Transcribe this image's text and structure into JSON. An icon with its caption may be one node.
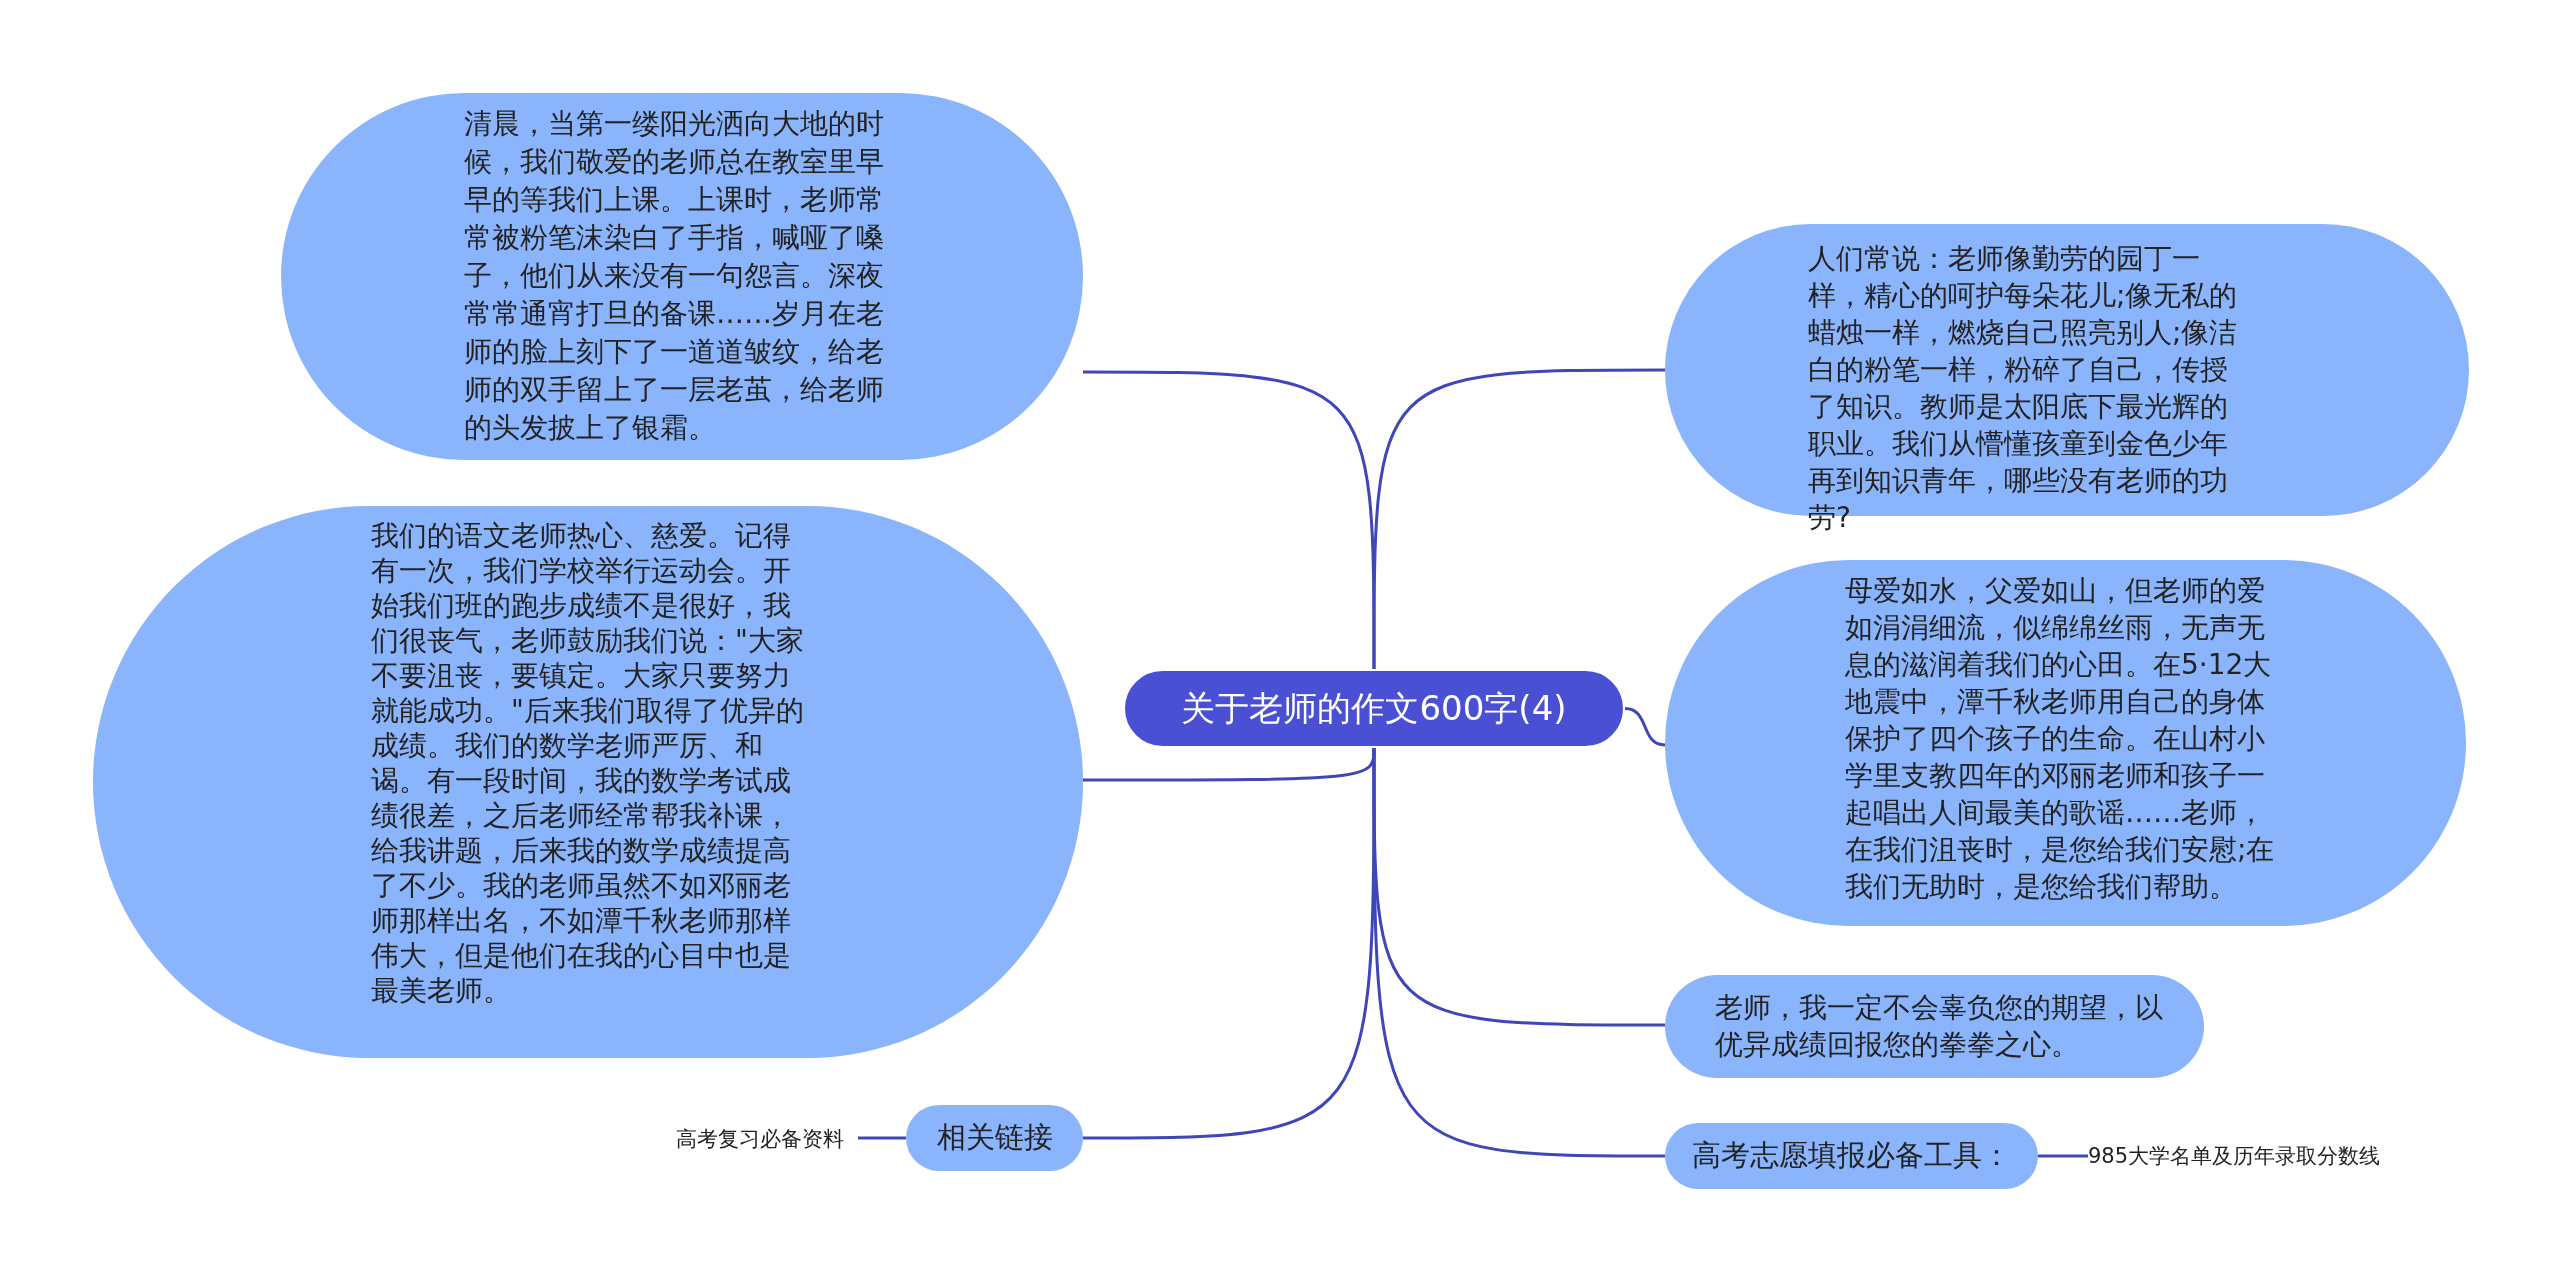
{
  "diagram": {
    "nodes": [
      {
        "text": [
          "关于老师的作文600字(4)"
        ]
      },
      {
        "text": [
          "清晨，当第一缕阳光洒向大地的时候，我们敬爱的老师总在教室里早早的等我们上课。上课时，老师常常被粉笔沫染白了手指，喊哑了嗓子，他们从来没有一句怨言。深夜常常通宵打旦的备课……岁月在老师的脸上刻下了一道道皱纹，给老师的双手留上了一层老茧，给老师的头发披上了银霜。"
        ]
      },
      {
        "text": [
          "我们的语文老师热心、慈爱。记得有一次，我们学校举行运动会。开始我们班的跑步成绩不是很好，我们很丧气，老师鼓励我们说：\"大家不要沮丧，要镇定。大家只要努力就能成功。\"后来我们取得了优异的成绩。我们的数学老师严厉、和谒。有一段时间，我的数学考试成绩很差，之后老师经常帮我补课，给我讲题，后来我的数学成绩提高了不少。我的老师虽然不如邓丽老师那样出名，不如潭千秋老师那样伟大，但是他们在我的心目中也是最美老师。"
        ]
      },
      {
        "text": [
          "人们常说：老师像勤劳的园丁一样，精心的呵护每朵花儿;像无私的蜡烛一样，燃烧自己照亮别人;像洁白的粉笔一样，粉碎了自己，传授了知识。教师是太阳底下最光辉的职业。我们从懵懂孩童到金色少年再到知识青年，哪些没有老师的功劳?"
        ]
      },
      {
        "text": [
          "母爱如水，父爱如山，但老师的爱如涓涓细流，似绵绵丝雨，无声无息的滋润着我们的心田。在5·12大地震中，潭千秋老师用自己的身体保护了四个孩子的生命。在山村小学里支教四年的邓丽老师和孩子一起唱出人间最美的歌谣……老师，在我们沮丧时，是您给我们安慰;在我们无助时，是您给我们帮助。"
        ]
      },
      {
        "text": [
          "老师，我一定不会辜负您的期望，以优异成绩回报您的拳拳之心。"
        ]
      },
      {
        "text": [
          "相关链接"
        ]
      },
      {
        "text": [
          "高考复习必备资料"
        ]
      },
      {
        "text": [
          "高考志愿填报必备工具："
        ]
      },
      {
        "text": [
          "985大学名单及历年录取分数线"
        ]
      }
    ],
    "edges": [
      {
        "from": 0,
        "to": 1,
        "arrow": "none"
      },
      {
        "from": 0,
        "to": 2,
        "arrow": "none"
      },
      {
        "from": 0,
        "to": 3,
        "arrow": "none"
      },
      {
        "from": 0,
        "to": 4,
        "arrow": "none"
      },
      {
        "from": 0,
        "to": 5,
        "arrow": "none"
      },
      {
        "from": 0,
        "to": 6,
        "arrow": "none"
      },
      {
        "from": 0,
        "to": 8,
        "arrow": "none"
      },
      {
        "from": 6,
        "to": 7,
        "arrow": "none"
      },
      {
        "from": 8,
        "to": 9,
        "arrow": "none"
      }
    ]
  }
}
